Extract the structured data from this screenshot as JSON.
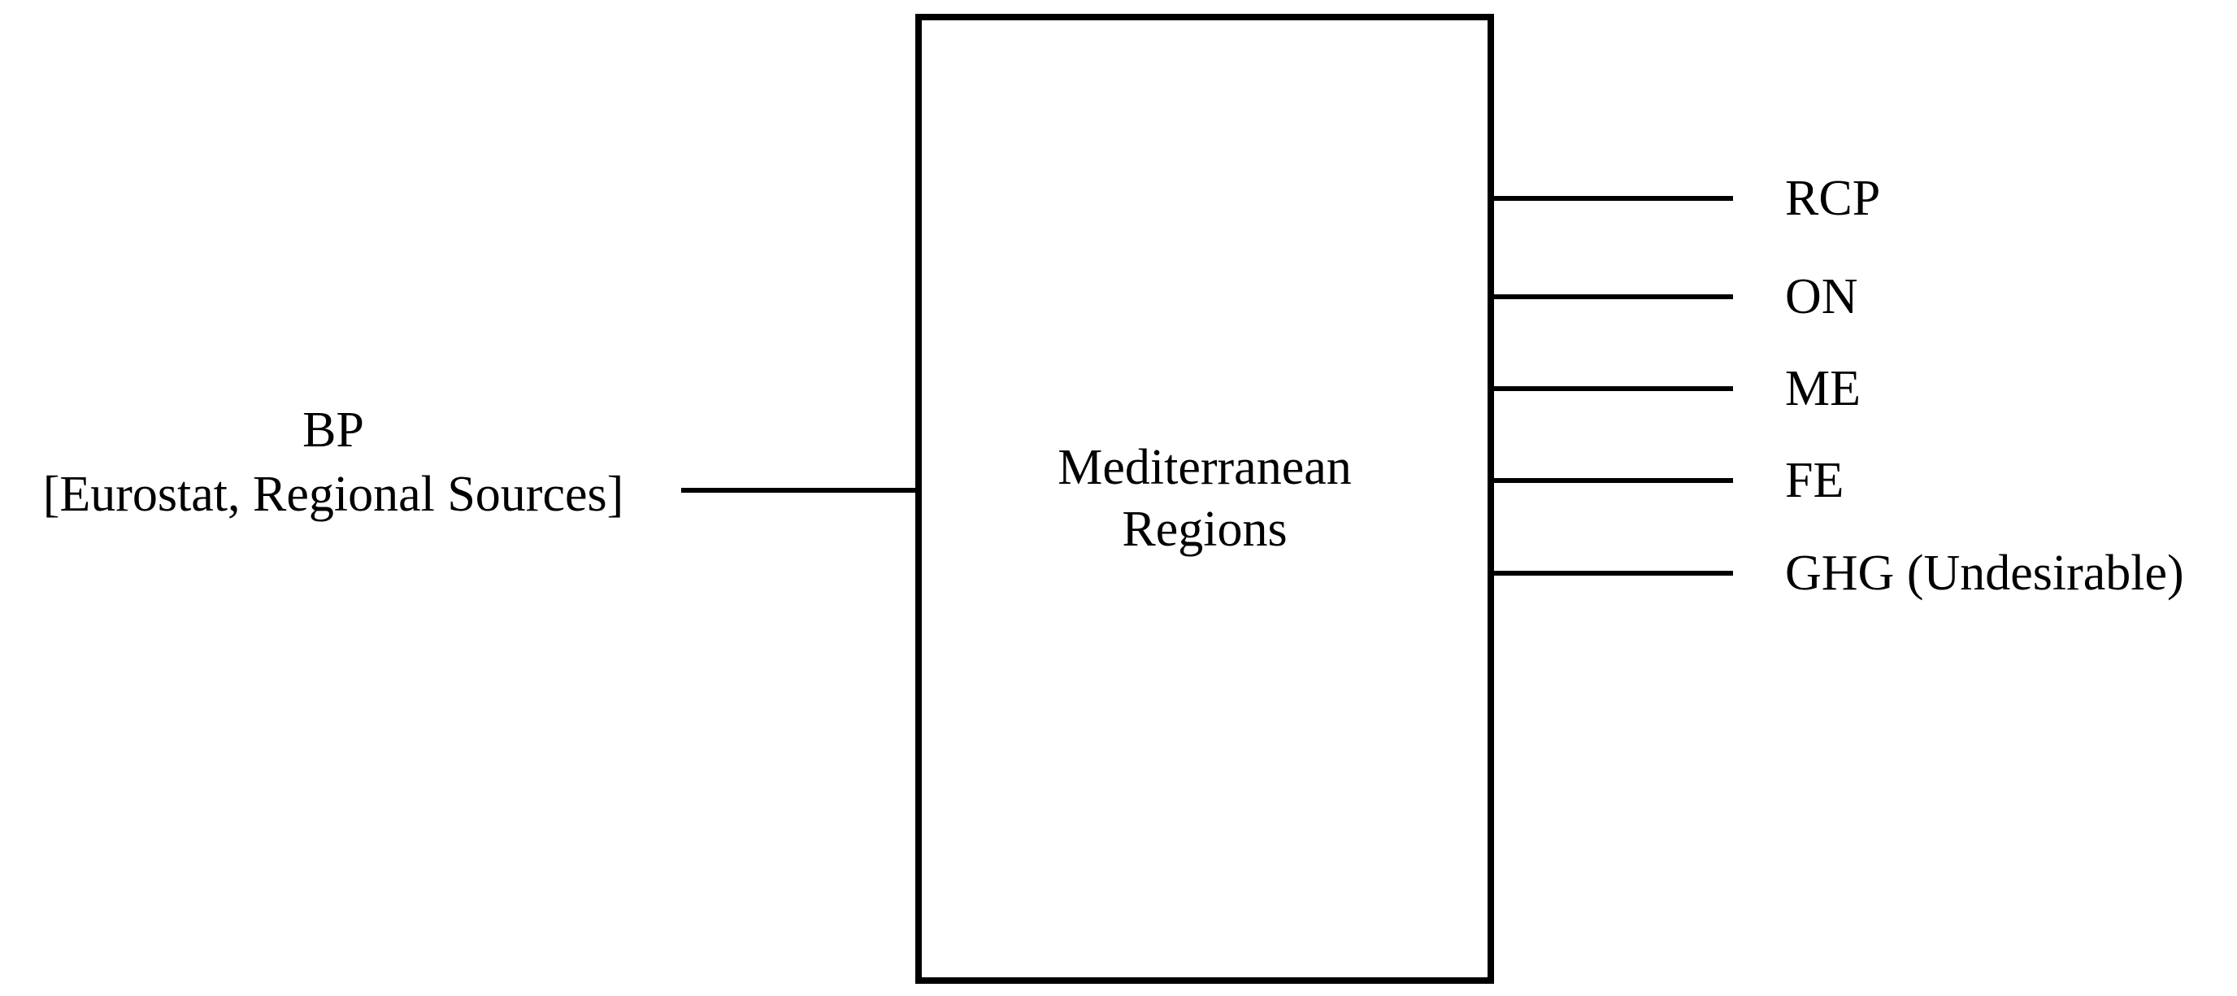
{
  "diagram": {
    "type": "black-box-process-diagram",
    "background_color": "#ffffff",
    "stroke_color": "#000000",
    "process": {
      "label": "Mediterranean\nRegions",
      "label_line_1": "Mediterranean",
      "label_line_2": "Regions"
    },
    "input": {
      "label_line_1": "BP",
      "label_line_2": "[Eurostat, Regional Sources]",
      "connector": "input-connector-line"
    },
    "outputs": [
      {
        "label": "RCP",
        "connector": "output-connector-line"
      },
      {
        "label": "ON",
        "connector": "output-connector-line"
      },
      {
        "label": "ME",
        "connector": "output-connector-line"
      },
      {
        "label": "FE",
        "connector": "output-connector-line"
      },
      {
        "label": "GHG (Undesirable)",
        "connector": "output-connector-line"
      }
    ]
  }
}
